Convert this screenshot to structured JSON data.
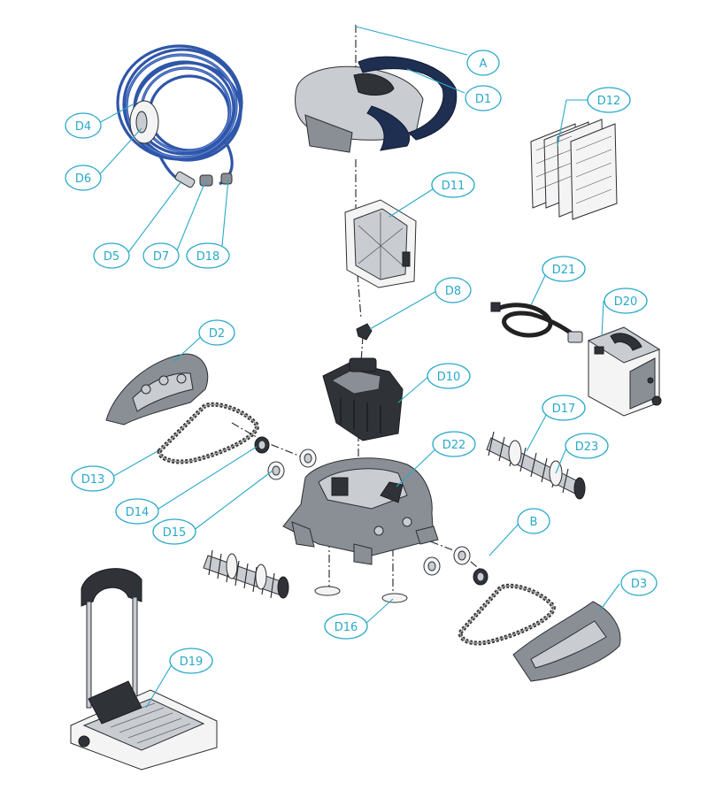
{
  "callouts": [
    {
      "id": "A",
      "label": "A"
    },
    {
      "id": "B",
      "label": "B"
    },
    {
      "id": "D1",
      "label": "D1"
    },
    {
      "id": "D2",
      "label": "D2"
    },
    {
      "id": "D3",
      "label": "D3"
    },
    {
      "id": "D4",
      "label": "D4"
    },
    {
      "id": "D5",
      "label": "D5"
    },
    {
      "id": "D6",
      "label": "D6"
    },
    {
      "id": "D7",
      "label": "D7"
    },
    {
      "id": "D8",
      "label": "D8"
    },
    {
      "id": "D10",
      "label": "D10"
    },
    {
      "id": "D11",
      "label": "D11"
    },
    {
      "id": "D12",
      "label": "D12"
    },
    {
      "id": "D13",
      "label": "D13"
    },
    {
      "id": "D14",
      "label": "D14"
    },
    {
      "id": "D15",
      "label": "D15"
    },
    {
      "id": "D16",
      "label": "D16"
    },
    {
      "id": "D17",
      "label": "D17"
    },
    {
      "id": "D18",
      "label": "D18"
    },
    {
      "id": "D19",
      "label": "D19"
    },
    {
      "id": "D20",
      "label": "D20"
    },
    {
      "id": "D21",
      "label": "D21"
    },
    {
      "id": "D22",
      "label": "D22"
    },
    {
      "id": "D23",
      "label": "D23"
    }
  ],
  "colors": {
    "callout": "#29a9c9",
    "cable": "#2f56a8",
    "handle": "#1f2f52"
  }
}
